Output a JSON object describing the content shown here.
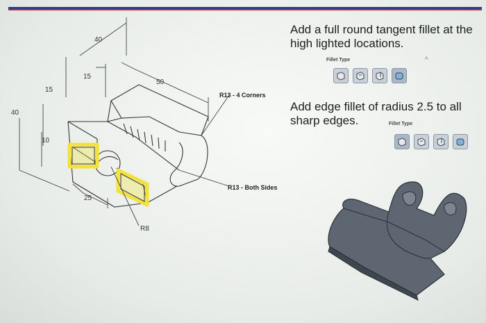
{
  "instructions": [
    "Add a full round tangent fillet at the high lighted locations.",
    "Add edge fillet of radius 2.5 to all sharp edges."
  ],
  "fillet_panels": [
    {
      "label": "Fillet Type",
      "icons": [
        "fillet-type-1-icon",
        "fillet-type-2-icon",
        "fillet-type-3-icon",
        "fillet-type-4-icon"
      ]
    },
    {
      "label": "Fillet Type",
      "icons": [
        "fillet-type-1-icon",
        "fillet-type-2-icon",
        "fillet-type-3-icon",
        "fillet-type-4-icon"
      ]
    }
  ],
  "dimensions": {
    "d40_top": "40",
    "d15_upper": "15",
    "d50": "50",
    "d15_left": "15",
    "d40_left": "40",
    "d10": "10",
    "d25": "25",
    "r8": "R8"
  },
  "callouts": {
    "r13_corners": "R13 - 4 Corners",
    "r13_sides": "R13 - Both Sides"
  },
  "colors": {
    "highlight": "#f2e23a",
    "model": "#5e6672",
    "topbar_blue": "#2f3a8a",
    "topbar_red": "#b7323c"
  }
}
